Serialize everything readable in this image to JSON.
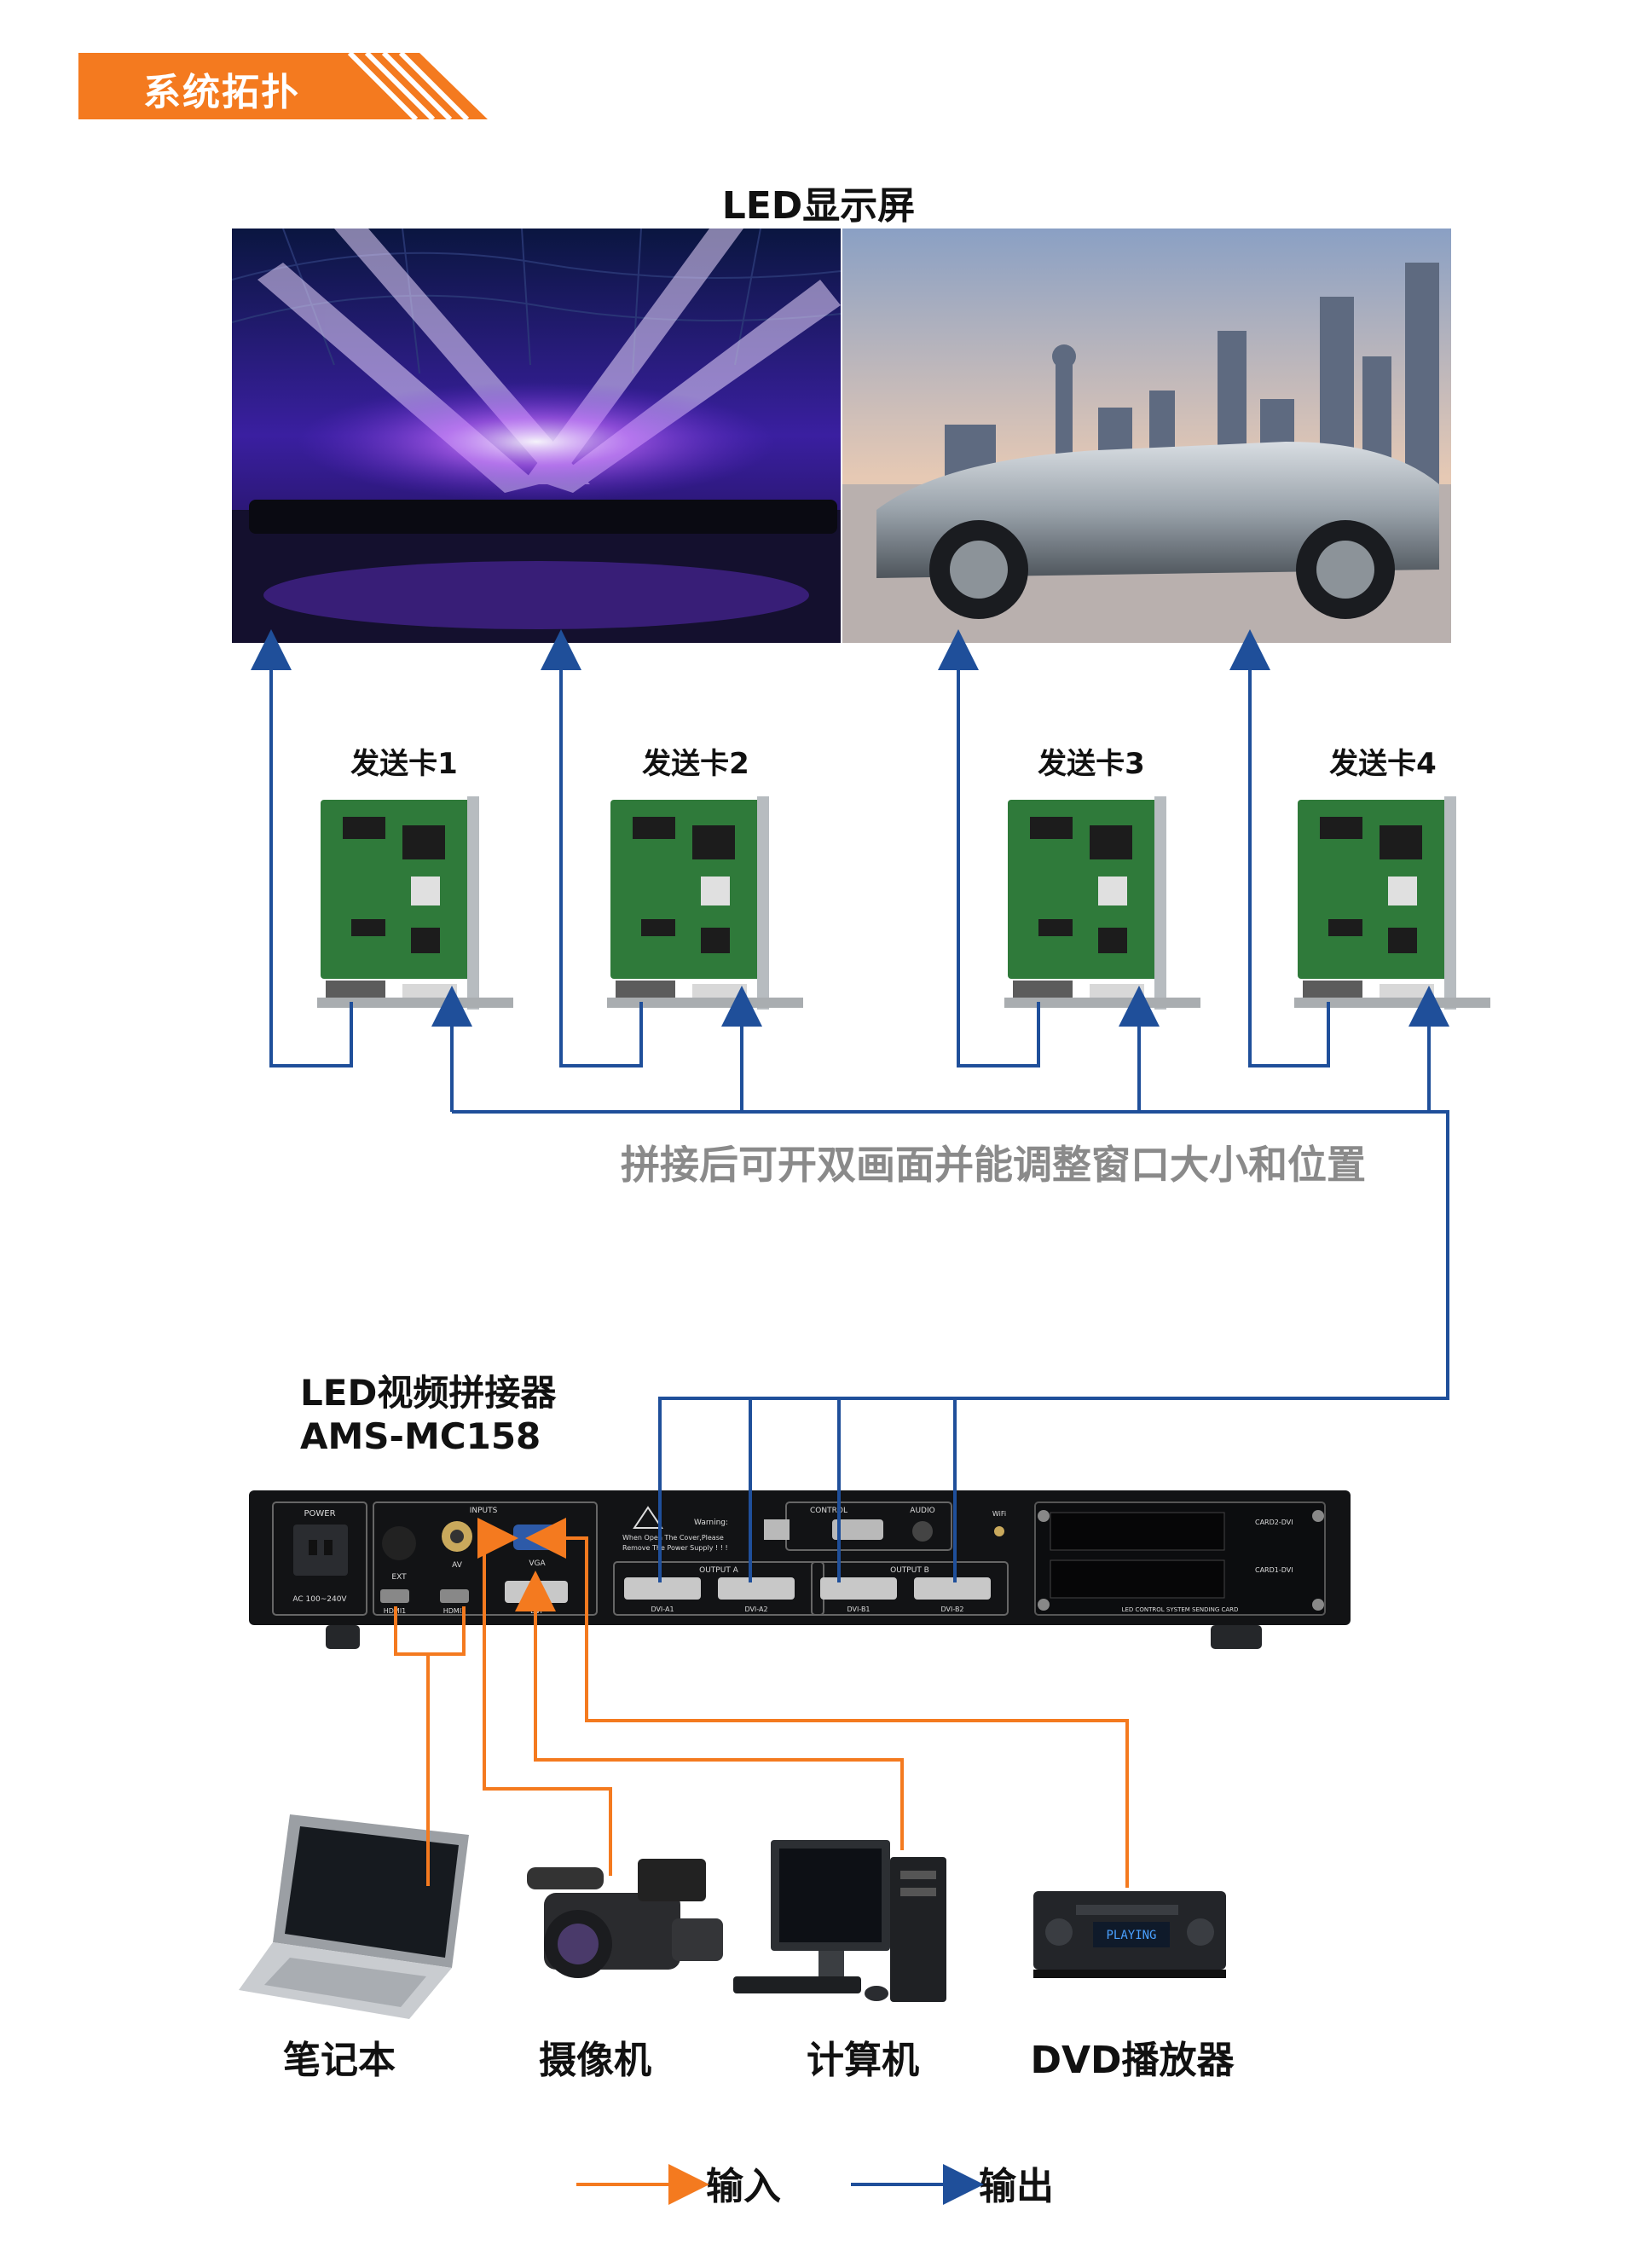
{
  "header": {
    "title": "系统拓扑"
  },
  "screen": {
    "title": "LED显示屏"
  },
  "cards": [
    {
      "label": "发送卡1"
    },
    {
      "label": "发送卡2"
    },
    {
      "label": "发送卡3"
    },
    {
      "label": "发送卡4"
    }
  ],
  "note": "拼接后可开双画面并能调整窗口大小和位置",
  "device": {
    "name": "LED视频拼接器",
    "model": "AMS-MC158",
    "panel": {
      "power": "POWER",
      "ac": "AC 100~240V",
      "inputs": "INPUTS",
      "ext": "EXT",
      "av": "AV",
      "vga": "VGA",
      "hdmi1": "HDMI1",
      "hdmi2": "HDMI2",
      "dvi": "DVI",
      "warning_title": "Warning:",
      "warning_line1": "When Open The Cover,Please",
      "warning_line2": "Remove The Power Supply ! ! !",
      "output_a": "OUTPUT A",
      "output_b": "OUTPUT B",
      "dvi_a1": "DVI-A1",
      "dvi_a2": "DVI-A2",
      "dvi_b1": "DVI-B1",
      "dvi_b2": "DVI-B2",
      "control": "CONTROL",
      "audio": "AUDIO",
      "wifi": "WiFi",
      "card2": "CARD2-DVI",
      "card1": "CARD1-DVI",
      "card_slot": "LED CONTROL SYSTEM SENDING CARD"
    }
  },
  "sources": [
    {
      "label": "笔记本"
    },
    {
      "label": "摄像机"
    },
    {
      "label": "计算机"
    },
    {
      "label": "DVD播放器"
    }
  ],
  "dvd_display": "PLAYING",
  "legend": {
    "input": "输入",
    "output": "输出"
  },
  "colors": {
    "accent": "#f47a1f",
    "input_line": "#f47a1f",
    "output_line": "#1f4f9a"
  }
}
